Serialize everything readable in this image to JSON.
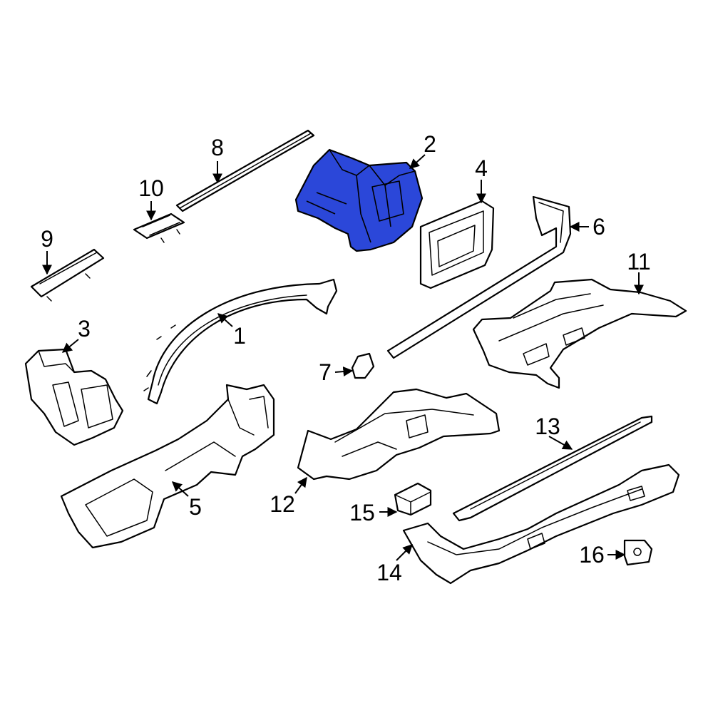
{
  "diagram": {
    "highlight_color": "#2b47d9",
    "line_color": "#000000",
    "background": "#ffffff",
    "callouts": [
      {
        "id": "1",
        "label": "1"
      },
      {
        "id": "2",
        "label": "2"
      },
      {
        "id": "3",
        "label": "3"
      },
      {
        "id": "4",
        "label": "4"
      },
      {
        "id": "5",
        "label": "5"
      },
      {
        "id": "6",
        "label": "6"
      },
      {
        "id": "7",
        "label": "7"
      },
      {
        "id": "8",
        "label": "8"
      },
      {
        "id": "9",
        "label": "9"
      },
      {
        "id": "10",
        "label": "10"
      },
      {
        "id": "11",
        "label": "11"
      },
      {
        "id": "12",
        "label": "12"
      },
      {
        "id": "13",
        "label": "13"
      },
      {
        "id": "14",
        "label": "14"
      },
      {
        "id": "15",
        "label": "15"
      },
      {
        "id": "16",
        "label": "16"
      }
    ],
    "highlighted_part": "2"
  }
}
